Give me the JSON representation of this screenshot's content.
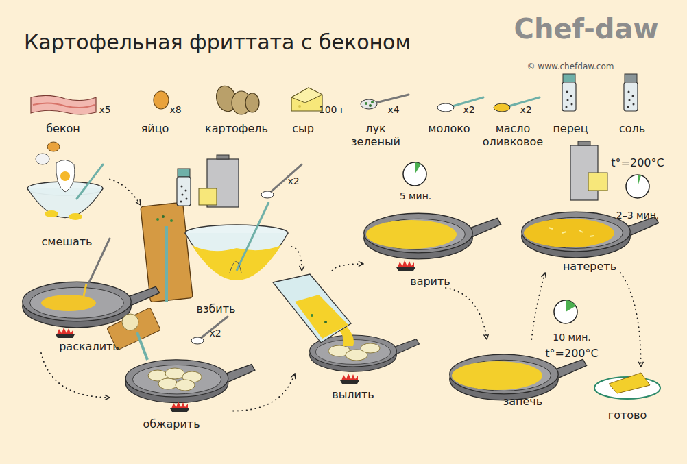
{
  "diagram": {
    "title": "Картофельная фриттата с беконом",
    "nodes": [
      {
        "text": [
          "смешать"
        ]
      },
      {
        "text": [
          "взбить"
        ]
      },
      {
        "text": [
          "раскалить"
        ]
      },
      {
        "text": [
          "обжарить"
        ]
      },
      {
        "text": [
          "вылить"
        ]
      },
      {
        "text": [
          "варить"
        ]
      },
      {
        "text": [
          "запечь"
        ]
      },
      {
        "text": [
          "натереть"
        ]
      },
      {
        "text": [
          "готово"
        ]
      }
    ],
    "edges": [
      {
        "from": 0,
        "to": 1,
        "arrow": "to"
      },
      {
        "from": 1,
        "to": 4,
        "arrow": "to"
      },
      {
        "from": 2,
        "to": 3,
        "arrow": "to"
      },
      {
        "from": 3,
        "to": 4,
        "arrow": "to"
      },
      {
        "from": 4,
        "to": 5,
        "arrow": "to"
      },
      {
        "from": 5,
        "to": 6,
        "arrow": "to"
      },
      {
        "from": 6,
        "to": 7,
        "arrow": "to"
      },
      {
        "from": 7,
        "to": 8,
        "arrow": "to"
      }
    ],
    "labels": [
      "Chef-daw",
      "© www.chefdaw.com",
      "x5",
      "бекон",
      "x8",
      "яйцо",
      "картофель",
      "100 г",
      "сыр",
      "x4",
      "лук зеленый",
      "x2",
      "молоко",
      "x2",
      "масло оливковое",
      "перец",
      "соль",
      "x2",
      "x2",
      "5 мин.",
      "t°=200°C",
      "2–3 мин.",
      "10 мин.",
      "t°=200°C"
    ]
  }
}
